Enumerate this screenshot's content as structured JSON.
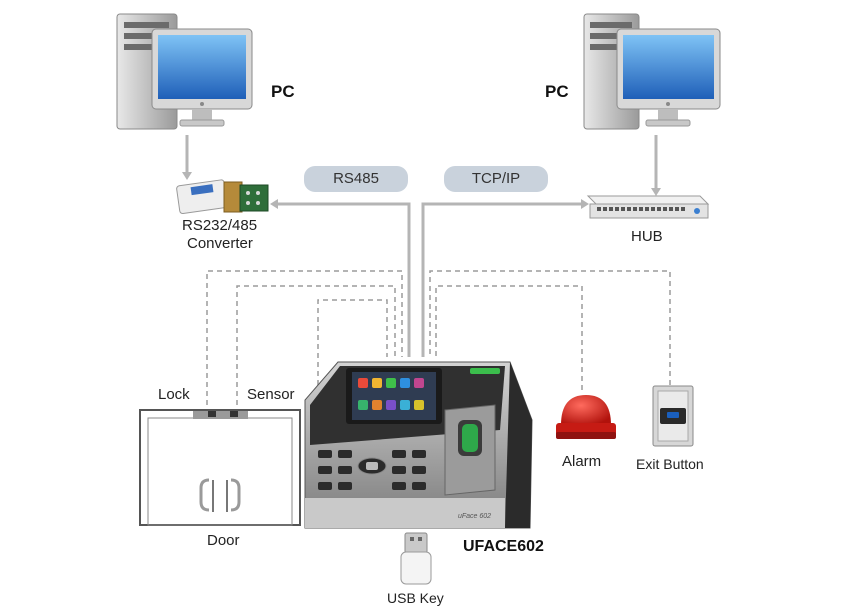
{
  "labels": {
    "pc_left": "PC",
    "pc_right": "PC",
    "rs485": "RS485",
    "tcpip": "TCP/IP",
    "converter_line1": "RS232/485",
    "converter_line2": "Converter",
    "hub": "HUB",
    "lock": "Lock",
    "sensor": "Sensor",
    "door": "Door",
    "alarm": "Alarm",
    "exit_button": "Exit Button",
    "device": "UFACE602",
    "usb_key": "USB Key",
    "device_model": "uFace 602"
  },
  "icons": [
    "pc-icon",
    "converter-icon",
    "hub-icon",
    "terminal-icon",
    "door-icon",
    "alarm-icon",
    "exit-button-icon",
    "usb-key-icon"
  ],
  "colors": {
    "wire": "#b5b5b5",
    "dashed_wire": "#9c9c9c",
    "pill": "#c9d2dc",
    "alarm_red": "#d9241b",
    "screen_blue": "#1f6fcf"
  }
}
